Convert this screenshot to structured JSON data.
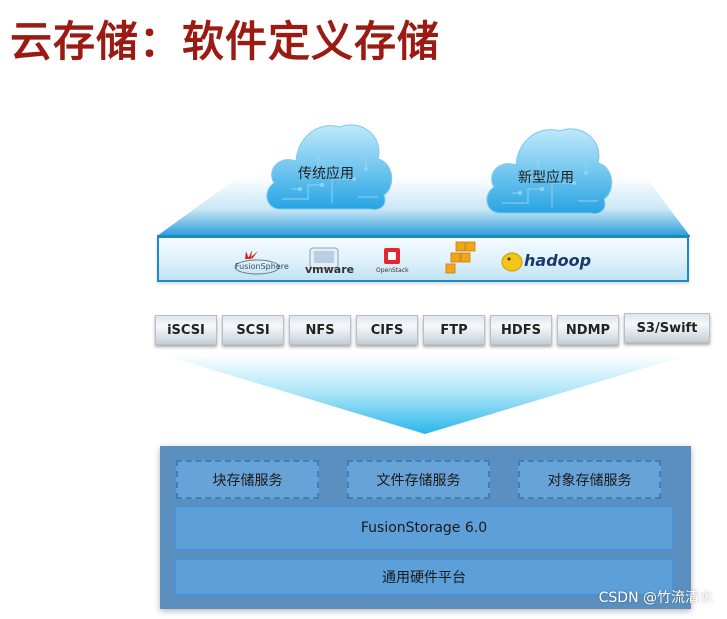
{
  "title": "云存储：软件定义存储",
  "clouds": [
    {
      "label": "传统应用"
    },
    {
      "label": "新型应用"
    }
  ],
  "logos": [
    {
      "name": "fusionsphere",
      "text": "FusionSphere"
    },
    {
      "name": "vmware",
      "text": "vmware"
    },
    {
      "name": "openstack",
      "text": "OpenStack"
    },
    {
      "name": "aws-blocks",
      "text": ""
    },
    {
      "name": "hadoop",
      "text": "hadoop"
    }
  ],
  "protocols": [
    "iSCSI",
    "SCSI",
    "NFS",
    "CIFS",
    "FTP",
    "HDFS",
    "NDMP",
    "S3/Swift"
  ],
  "services": [
    "块存储服务",
    "文件存储服务",
    "对象存储服务"
  ],
  "fusion_storage": "FusionStorage 6.0",
  "hardware": "通用硬件平台",
  "watermark": "CSDN @竹流清水",
  "colors": {
    "title": "#9b1a12",
    "storage_bg": "#5b8fc0",
    "accent": "#1f88c6"
  }
}
